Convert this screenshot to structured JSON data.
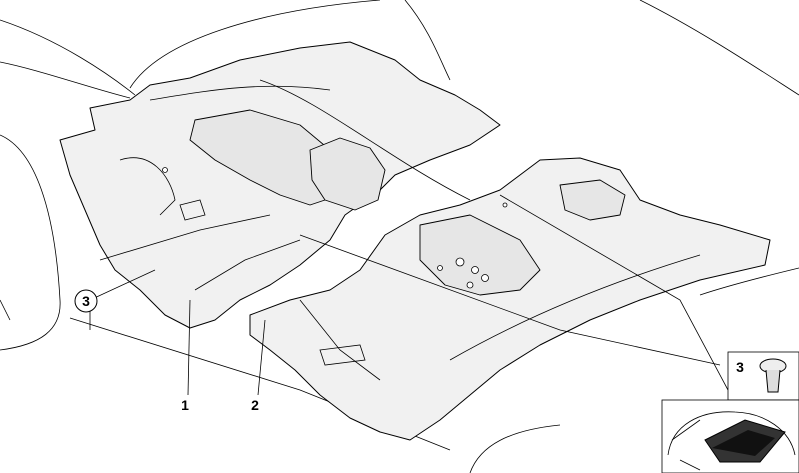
{
  "callouts": {
    "carpet_front": "1",
    "carpet_rear": "2",
    "clip_main": "3",
    "clip_inset": "3"
  }
}
